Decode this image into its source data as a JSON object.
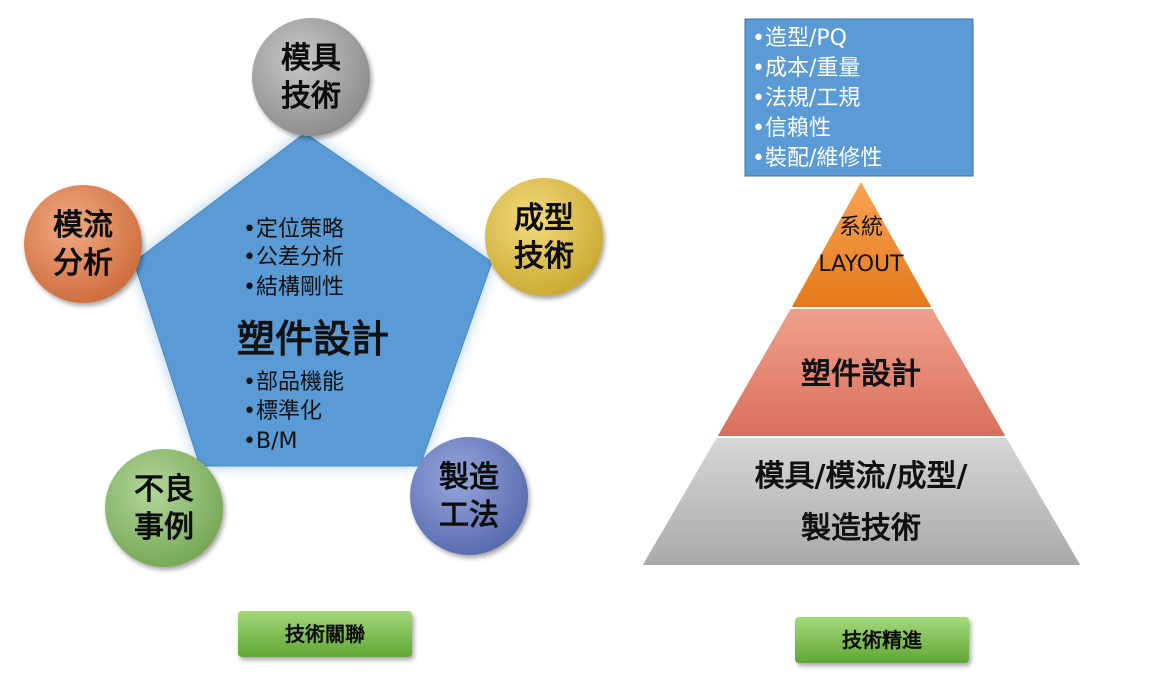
{
  "colors": {
    "pentagon": "#5b9bd5",
    "pentagon_glow": "#9dc3e6",
    "mold": "#9d9d9d",
    "molding": "#e3c24a",
    "process": "#6b7fc4",
    "defect": "#8dbb6c",
    "flow": "#e0814f",
    "pyramid_top": "#f08a2c",
    "pyramid_mid": "#e0816b",
    "pyramid_bot": "#b8b8b8",
    "box": "#5b9bd5",
    "button": "#7cc04a"
  },
  "pentagon": {
    "title": "塑件設計",
    "upper_items": [
      "•定位策略",
      "•公差分析",
      "•結構剛性"
    ],
    "lower_items": [
      "•部品機能",
      "•標準化",
      "•B/M"
    ]
  },
  "circles": [
    {
      "id": "mold",
      "lines": [
        "模具",
        "技術"
      ]
    },
    {
      "id": "molding",
      "lines": [
        "成型",
        "技術"
      ]
    },
    {
      "id": "process",
      "lines": [
        "製造",
        "工法"
      ]
    },
    {
      "id": "defect",
      "lines": [
        "不良",
        "事例"
      ]
    },
    {
      "id": "flow",
      "lines": [
        "模流",
        "分析"
      ]
    }
  ],
  "pyramid": {
    "top_lines": [
      "系統",
      "LAYOUT"
    ],
    "middle": "塑件設計",
    "bottom_lines": [
      "模具/模流/成型/",
      "製造技術"
    ]
  },
  "box_items": [
    "•造型/PQ",
    "•成本/重量",
    "•法規/工規",
    "•信賴性",
    "•裝配/維修性"
  ],
  "buttons": {
    "left": "技術關聯",
    "right": "技術精進"
  }
}
